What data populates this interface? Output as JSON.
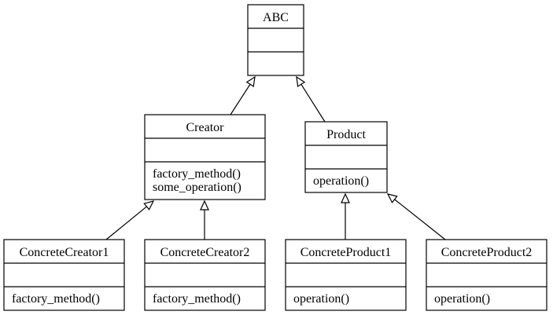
{
  "diagram": {
    "classes": [
      {
        "id": "abc",
        "name": "ABC",
        "attributes": [],
        "methods": []
      },
      {
        "id": "creator",
        "name": "Creator",
        "attributes": [],
        "methods": [
          "factory_method()",
          "some_operation()"
        ]
      },
      {
        "id": "product",
        "name": "Product",
        "attributes": [],
        "methods": [
          "operation()"
        ]
      },
      {
        "id": "concrete-creator-1",
        "name": "ConcreteCreator1",
        "attributes": [],
        "methods": [
          "factory_method()"
        ]
      },
      {
        "id": "concrete-creator-2",
        "name": "ConcreteCreator2",
        "attributes": [],
        "methods": [
          "factory_method()"
        ]
      },
      {
        "id": "concrete-product-1",
        "name": "ConcreteProduct1",
        "attributes": [],
        "methods": [
          "operation()"
        ]
      },
      {
        "id": "concrete-product-2",
        "name": "ConcreteProduct2",
        "attributes": [],
        "methods": [
          "operation()"
        ]
      }
    ],
    "edges": [
      {
        "from": "creator",
        "to": "abc",
        "type": "inheritance"
      },
      {
        "from": "product",
        "to": "abc",
        "type": "inheritance"
      },
      {
        "from": "concrete-creator-1",
        "to": "creator",
        "type": "inheritance"
      },
      {
        "from": "concrete-creator-2",
        "to": "creator",
        "type": "inheritance"
      },
      {
        "from": "concrete-product-1",
        "to": "product",
        "type": "inheritance"
      },
      {
        "from": "concrete-product-2",
        "to": "product",
        "type": "inheritance"
      }
    ]
  }
}
